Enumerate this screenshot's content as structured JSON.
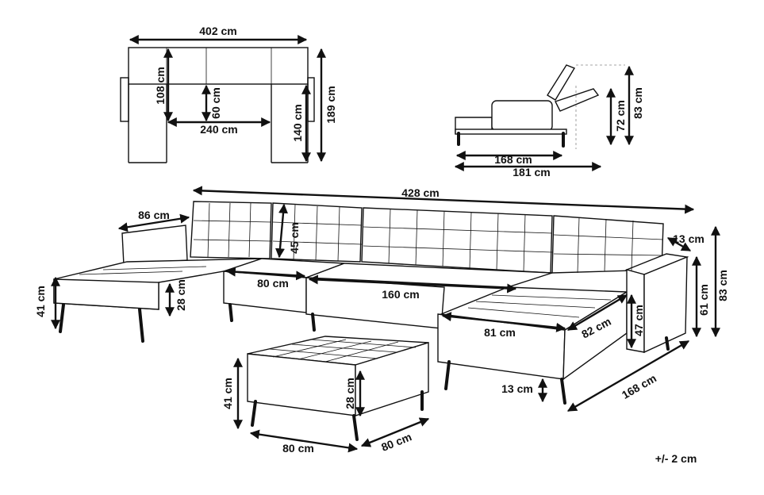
{
  "dimensions": {
    "top_width": "402 cm",
    "top_inner_depth": "108 cm",
    "top_seat_depth": "60 cm",
    "top_inner_width": "240 cm",
    "top_side_depth": "140 cm",
    "top_total_depth": "189 cm",
    "side_height": "83 cm",
    "side_recline_height": "72 cm",
    "side_bed_length": "168 cm",
    "side_bed_total": "181 cm",
    "total_width": "428 cm",
    "chaise_width": "86 cm",
    "back_height": "45 cm",
    "arm_width": "13 cm",
    "seat_width_small": "80 cm",
    "seat_width_large": "160 cm",
    "total_height_left": "41 cm",
    "seat_thickness_left": "28 cm",
    "total_height_right": "83 cm",
    "arm_height": "61 cm",
    "chaise_seat_height": "47 cm",
    "chaise_front_width": "81 cm",
    "chaise_depth": "82 cm",
    "leg_height": "13 cm",
    "chaise_length": "168 cm",
    "ottoman_height": "41 cm",
    "ottoman_cushion": "28 cm",
    "ottoman_width": "80 cm",
    "ottoman_depth": "80 cm",
    "tolerance": "+/- 2 cm"
  }
}
